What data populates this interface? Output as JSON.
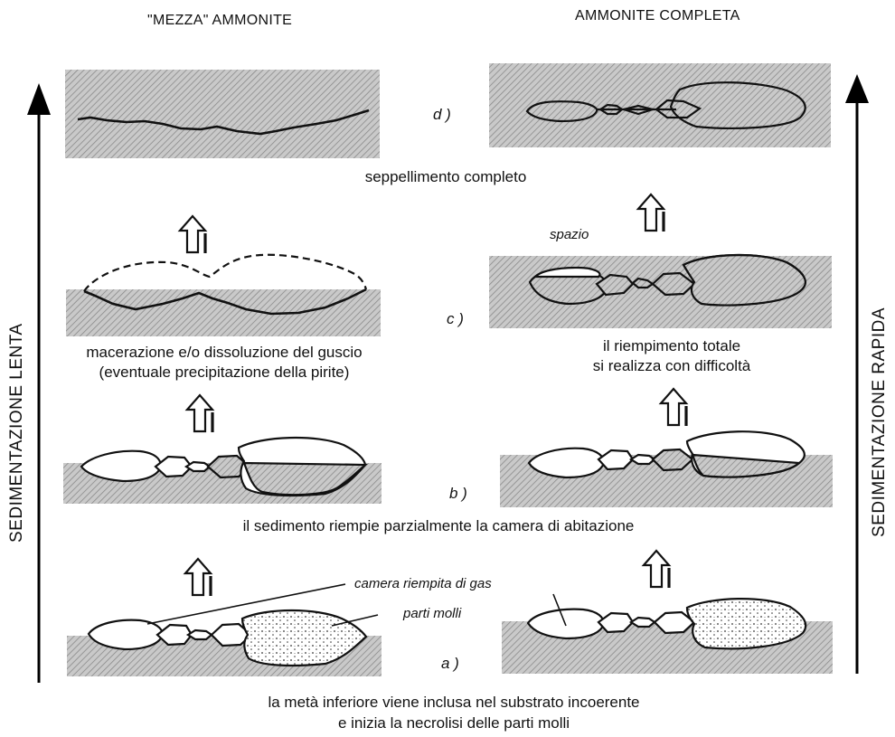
{
  "headers": {
    "left": "\"MEZZA\" AMMONITE",
    "right": "AMMONITE COMPLETA"
  },
  "side_labels": {
    "left": "SEDIMENTAZIONE LENTA",
    "right": "SEDIMENTAZIONE RAPIDA"
  },
  "steps": {
    "d": "d )",
    "c": "c )",
    "b": "b )",
    "a": "a )"
  },
  "captions": {
    "d": "seppellimento completo",
    "c_left_1": "macerazione e/o dissoluzione del guscio",
    "c_left_2": "(eventuale precipitazione della pirite)",
    "c_right_1": "il riempimento totale",
    "c_right_2": "si realizza con difficoltà",
    "b": "il sedimento riempie parzialmente la camera di abitazione",
    "a_1": "la metà inferiore viene inclusa nel substrato incoerente",
    "a_2": "e inizia la necrolisi delle parti molli"
  },
  "annotations": {
    "spazio": "spazio",
    "gas": "camera riempita di gas",
    "parti_molli": "parti molli"
  }
}
